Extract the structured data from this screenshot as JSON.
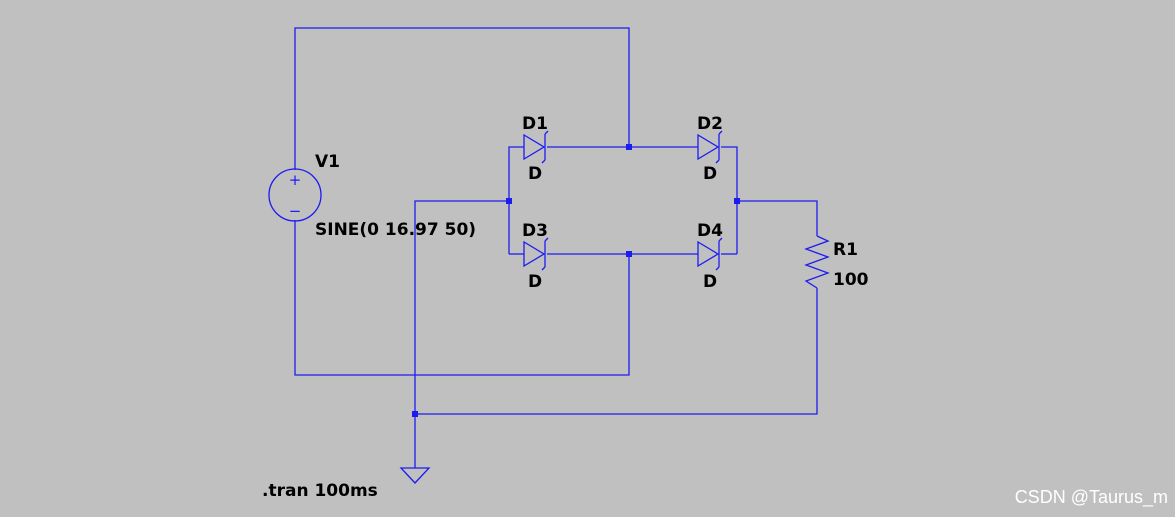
{
  "schematic": {
    "source": {
      "name": "V1",
      "value": "SINE(0 16.97 50)",
      "plus": "+",
      "minus": "−"
    },
    "diodes": [
      {
        "name": "D1",
        "model": "D"
      },
      {
        "name": "D2",
        "model": "D"
      },
      {
        "name": "D3",
        "model": "D"
      },
      {
        "name": "D4",
        "model": "D"
      }
    ],
    "resistor": {
      "name": "R1",
      "value": "100"
    },
    "directive": ".tran 100ms"
  },
  "watermark": "CSDN @Taurus_m",
  "colors": {
    "background": "#c0c0c0",
    "wire": "#1c1cf0",
    "text": "#000000"
  }
}
